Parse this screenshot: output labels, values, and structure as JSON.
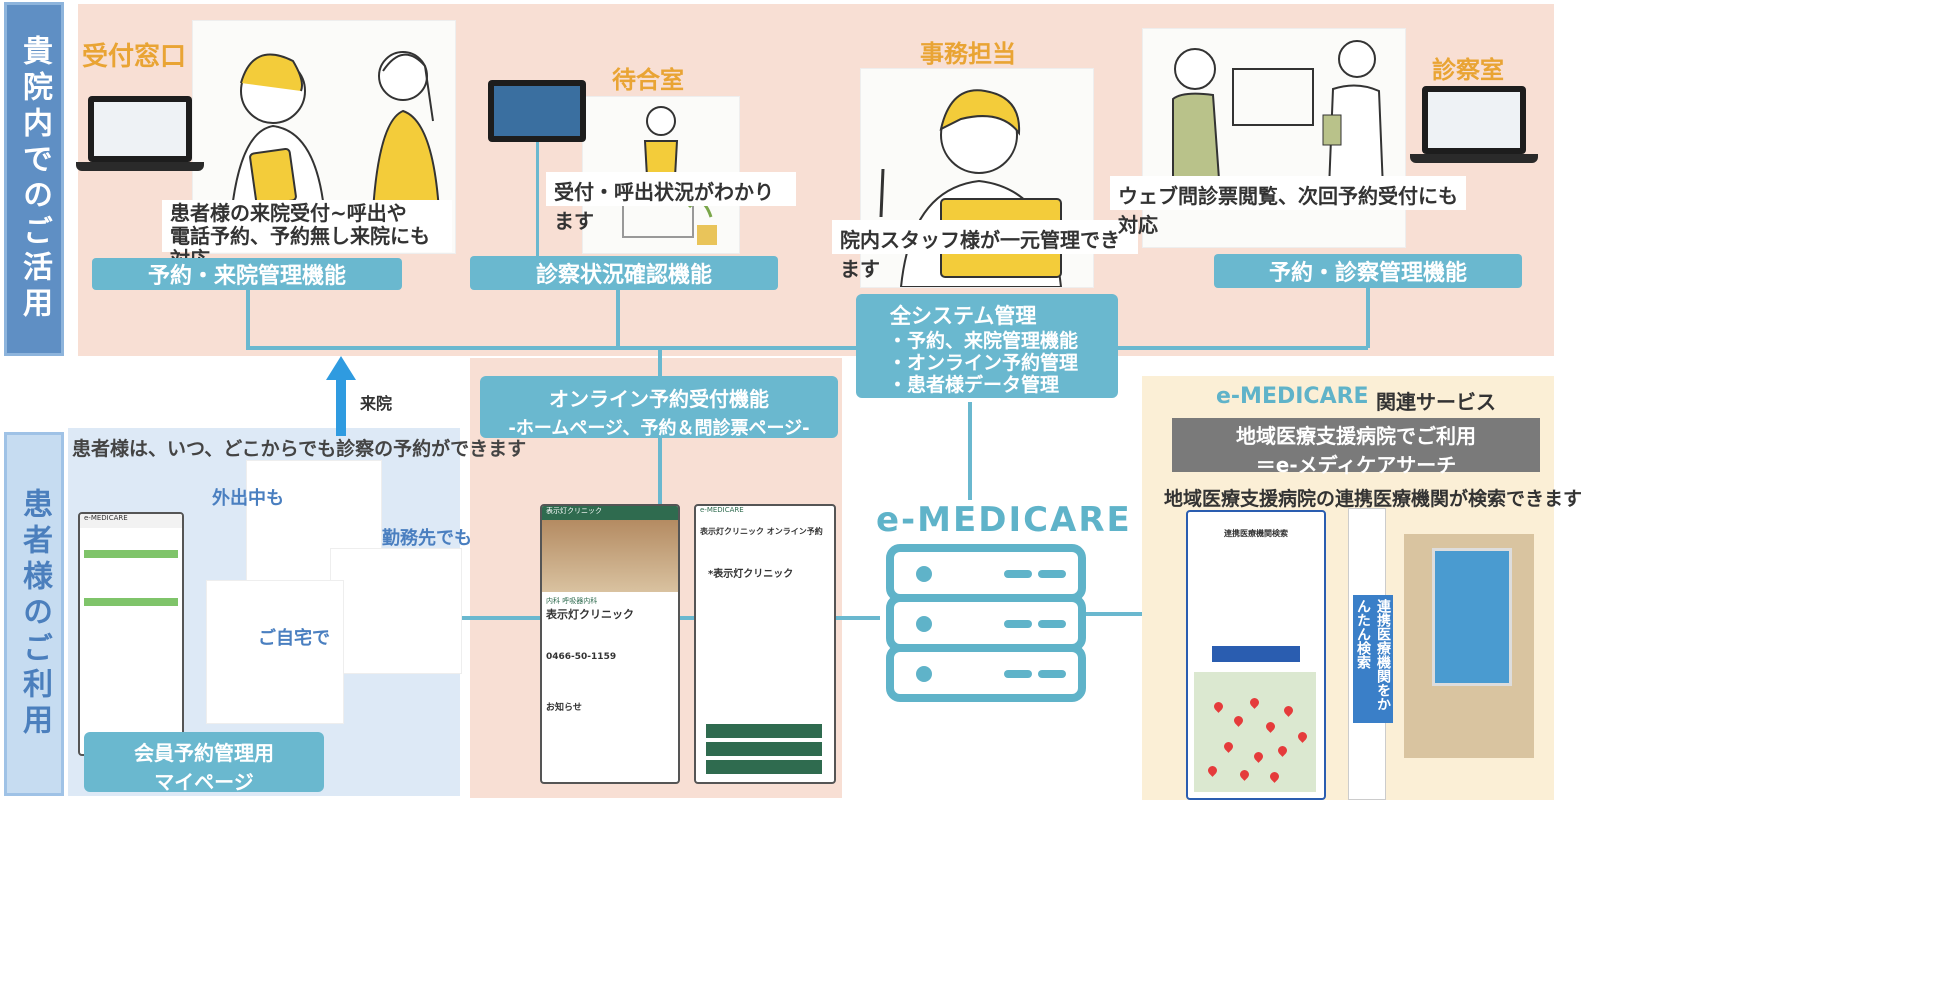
{
  "sidebar": {
    "in_hospital": "貴院内でのご活用",
    "patient": "患者様のご利用"
  },
  "stations": {
    "reception": {
      "title": "受付窓口",
      "caption1": "患者様の来院受付~呼出や",
      "caption2": "電話予約、予約無し来院にも対応",
      "function": "予約・来院管理機能"
    },
    "waiting": {
      "title": "待合室",
      "caption": "受付・呼出状況がわかります",
      "function": "診察状況確認機能"
    },
    "office": {
      "title": "事務担当",
      "caption": "院内スタッフ様が一元管理できます"
    },
    "exam": {
      "title": "診察室",
      "caption": "ウェブ問診票閲覧、次回予約受付にも対応",
      "function": "予約・診察管理機能"
    }
  },
  "system_mgmt": {
    "title": "全システム管理",
    "items": [
      "・予約、来院管理機能",
      "・オンライン予約管理",
      "・患者様データ管理"
    ]
  },
  "online": {
    "line1": "オンライン予約受付機能",
    "line2": "-ホームページ、予約＆問診票ページ-"
  },
  "patient": {
    "arrow_label": "来院",
    "headline": "患者様は、いつ、どこからでも診察の予約ができます",
    "outside": "外出中も",
    "work": "勤務先でも",
    "home": "ご自宅で",
    "mypage1": "会員予約管理用",
    "mypage2": "マイページ"
  },
  "phones": {
    "home_header": "表示灯クリニック",
    "home_dept": "内科 呼吸器内科",
    "home_name": "表示灯クリニック",
    "home_tel": "0466-50-1159",
    "home_news": "お知らせ",
    "booking_header": "e-MEDICARE",
    "booking_title": "表示灯クリニック オンライン予約",
    "booking_name": "*表示灯クリニック"
  },
  "emedicare": {
    "logo": "e-MEDICARE",
    "related": "関連サービス",
    "box1": "地域医療支援病院でご利用",
    "box2": "＝e-メディケアサーチ",
    "caption": "地域医療支援病院の連携医療機関が検索できます",
    "search_title": "連携医療機関検索",
    "kiosk": "連携医療機関をかんたん検索"
  },
  "colors": {
    "peach": "#f8dfd4",
    "teal": "#6ab8cf",
    "blue_side": "#5f8fc4",
    "orange": "#e9a434",
    "cream": "#fbefd6"
  }
}
